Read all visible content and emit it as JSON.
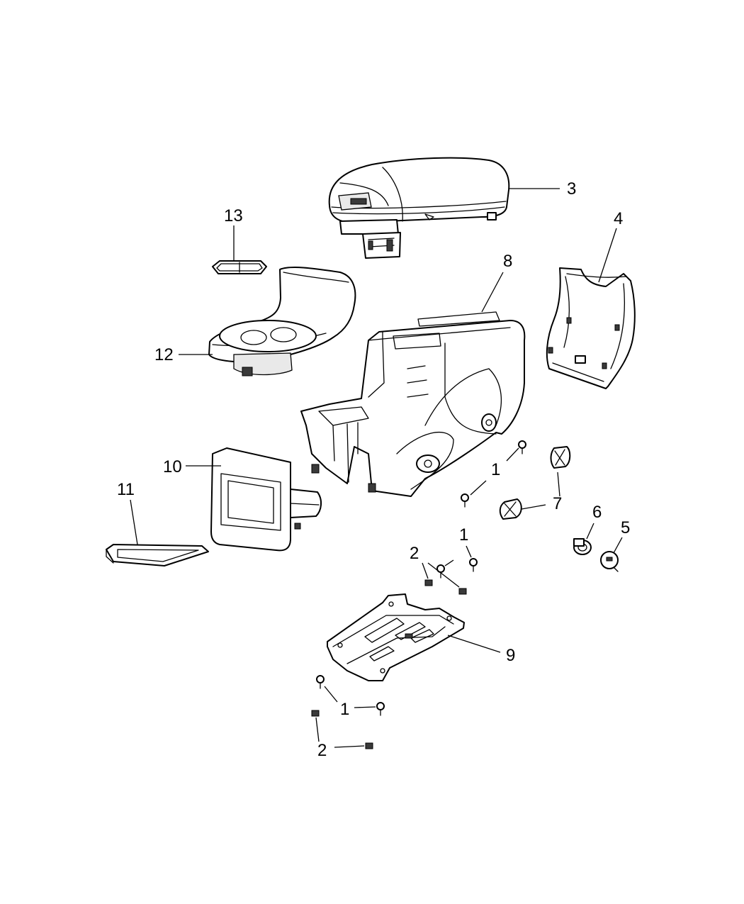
{
  "diagram": {
    "callouts": [
      {
        "id": "c3",
        "label": "3"
      },
      {
        "id": "c4",
        "label": "4"
      },
      {
        "id": "c13",
        "label": "13"
      },
      {
        "id": "c8",
        "label": "8"
      },
      {
        "id": "c12",
        "label": "12"
      },
      {
        "id": "c10",
        "label": "10"
      },
      {
        "id": "c11",
        "label": "11"
      },
      {
        "id": "c1a",
        "label": "1"
      },
      {
        "id": "c7",
        "label": "7"
      },
      {
        "id": "c6",
        "label": "6"
      },
      {
        "id": "c5",
        "label": "5"
      },
      {
        "id": "c2a",
        "label": "2"
      },
      {
        "id": "c1b",
        "label": "1"
      },
      {
        "id": "c9",
        "label": "9"
      },
      {
        "id": "c1c",
        "label": "1"
      },
      {
        "id": "c2b",
        "label": "2"
      }
    ]
  }
}
